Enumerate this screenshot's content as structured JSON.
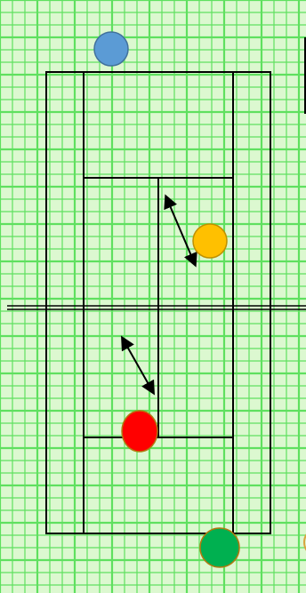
{
  "colors": {
    "background": "#dcf8d0",
    "grid_line": "#5fe05f",
    "court_line": "#000000",
    "net_line": "#000000",
    "player_top": "#5b9bd5",
    "player_top_outline": "#41719c",
    "player_right": "#ffc000",
    "player_right_outline": "#bf9000",
    "player_red": "#ff0000",
    "player_red_outline": "#b07a10",
    "player_bottom": "#00b050",
    "player_bottom_outline": "#b07a10",
    "arrow": "#000000"
  },
  "diagram": {
    "type": "tennis-court-positions",
    "players": [
      {
        "id": "player-blue",
        "color_key": "player_top"
      },
      {
        "id": "player-yellow",
        "color_key": "player_right"
      },
      {
        "id": "player-red",
        "color_key": "player_red"
      },
      {
        "id": "player-green",
        "color_key": "player_bottom"
      }
    ],
    "arrows": [
      {
        "id": "movement-arrow-top",
        "bidirectional": true
      },
      {
        "id": "movement-arrow-bottom",
        "bidirectional": true
      }
    ]
  }
}
